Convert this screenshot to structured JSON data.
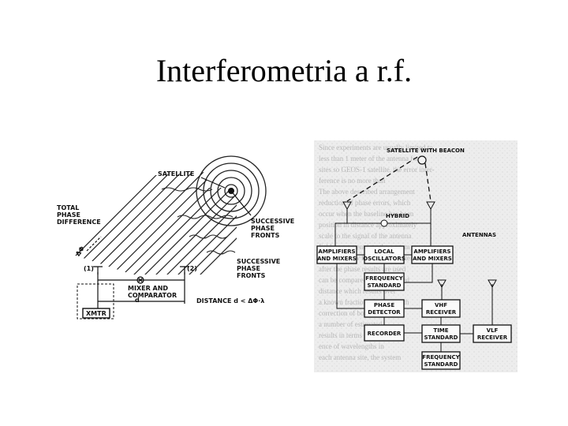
{
  "slide": {
    "title": "Interferometria a r.f."
  },
  "left_diagram": {
    "satellite": "SATELLITE",
    "total_phase": [
      "TOTAL",
      "PHASE",
      "DIFFERENCE"
    ],
    "phase_symbol": "ΔΦ",
    "fronts_top": [
      "SUCCESSIVE",
      "PHASE",
      "FRONTS"
    ],
    "fronts_bottom": [
      "SUCCESSIVE",
      "PHASE",
      "FRONTS"
    ],
    "antenna_1": "(1)",
    "antenna_2": "(2)",
    "mixer": [
      "MIXER AND",
      "COMPARATOR"
    ],
    "d_label": "d",
    "distance": "DISTANCE d < ΔΦ·λ",
    "xmtr": "XMTR"
  },
  "right_diagram": {
    "satellite": "SATELLITE WITH BEACON",
    "hybrid": "HYBRID",
    "antennas": "ANTENNAS",
    "amp_left": [
      "AMPLIFIERS",
      "AND MIXERS"
    ],
    "local_osc": [
      "LOCAL",
      "OSCILLATORS"
    ],
    "amp_right": [
      "AMPLIFIERS",
      "AND MIXERS"
    ],
    "freq_std_top": [
      "FREQUENCY",
      "STANDARD"
    ],
    "phase_det": [
      "PHASE",
      "DETECTOR"
    ],
    "vhf": [
      "VHF",
      "RECEIVER"
    ],
    "recorder": "RECORDER",
    "time_std": [
      "TIME",
      "STANDARD"
    ],
    "vlf": [
      "VLF",
      "RECEIVER"
    ],
    "freq_std_bottom": [
      "FREQUENCY",
      "STANDARD"
    ]
  }
}
